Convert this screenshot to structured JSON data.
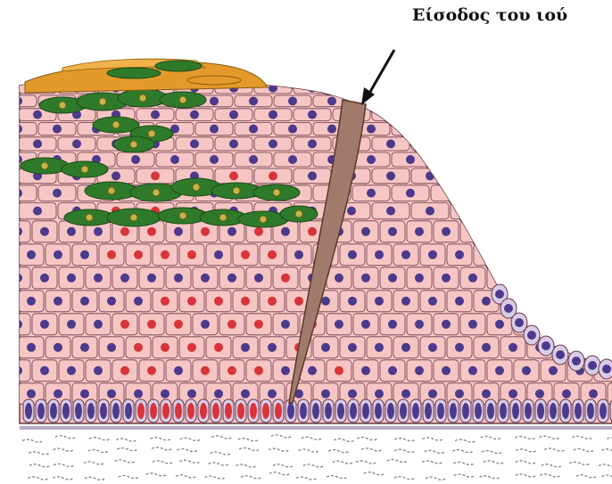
{
  "diagram": {
    "label": "Είσοδος του ιού",
    "icons": {
      "arrow": "arrow-icon",
      "wound": "virus-entry-wound",
      "koilocytes": "infected-koilocyte-cells",
      "basal_layer": "basal-cell-layer"
    },
    "colors": {
      "background": "#ffffff",
      "cell_fill": "#f6c6c4",
      "cell_border": "#6a3a4a",
      "nucleus_normal": "#4c3a8c",
      "nucleus_infected": "#d8343a",
      "infected_cell": "#2f7a2a",
      "keratin_surface": "#e39a2a",
      "basal_cell": "#d9cce6",
      "wound_fill": "#a07a6a",
      "dermis_fiber": "#8a8a8a"
    }
  }
}
